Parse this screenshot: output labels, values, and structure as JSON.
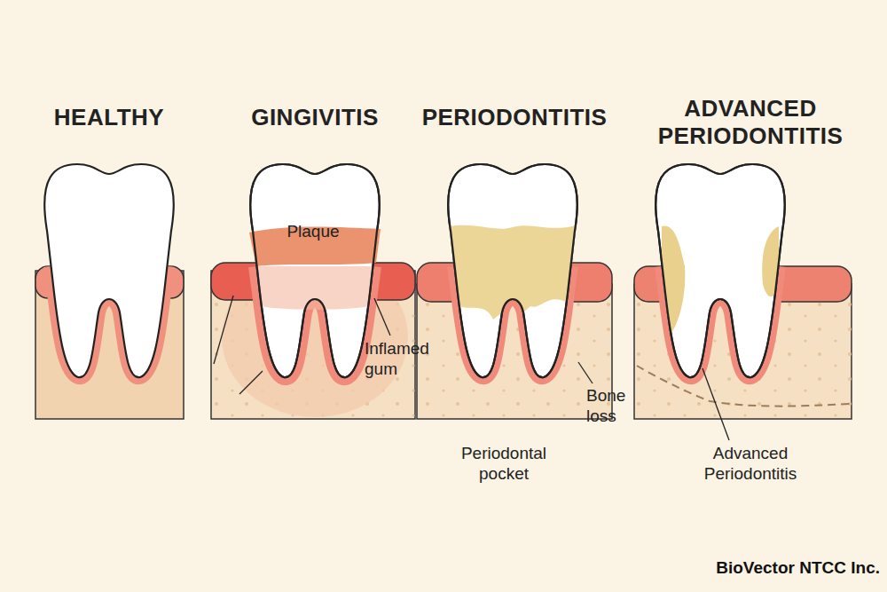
{
  "diagram": {
    "labels": [
      "HEALTHY",
      "GINGIVITIS",
      "PERIODONTITIS",
      "ADVANCED PERIODONTITIS",
      "Plaque",
      "Inflamed gum",
      "Bone loss",
      "Periodontal pocket",
      "Advanced Periodontitis",
      "BioVector NTCC Inc."
    ]
  }
}
